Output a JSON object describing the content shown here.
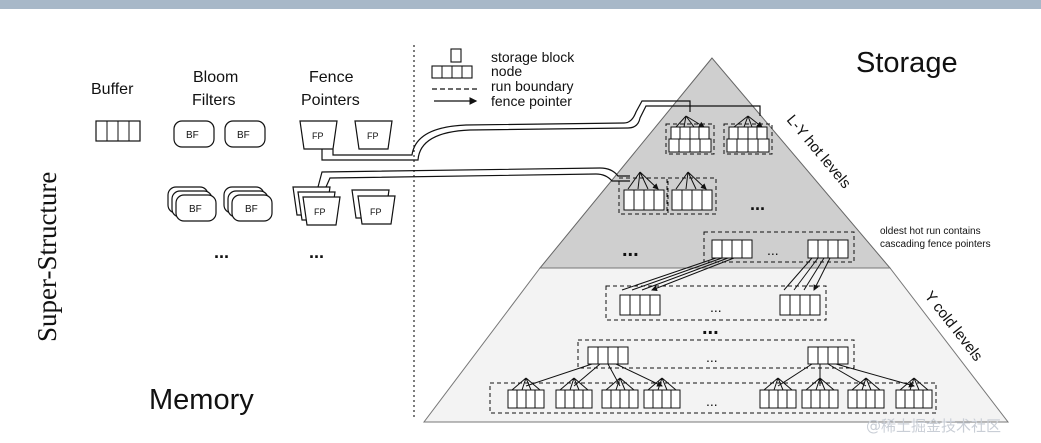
{
  "labels": {
    "super_structure": "Super-Structure",
    "memory": "Memory",
    "storage": "Storage",
    "buffer": "Buffer",
    "bloom_line1": "Bloom",
    "bloom_line2": "Filters",
    "fence_line1": "Fence",
    "fence_line2": "Pointers",
    "bf": "BF",
    "fp": "FP",
    "ellipsis": "...",
    "hot_levels": "L-Y hot levels",
    "cold_levels": "Y cold levels",
    "note_line1": "oldest hot run contains",
    "note_line2": "cascading fence pointers"
  },
  "legend": {
    "storage_block": "storage block",
    "node": "node",
    "run_boundary": "run boundary",
    "fence_pointer": "fence pointer"
  },
  "watermark": "@稀土掘金技术社区",
  "colors": {
    "hot_fill": "#cfcfcf",
    "cold_fill": "#f3f3f3",
    "ink": "#111111",
    "top_bar": "#a8b8c8"
  }
}
